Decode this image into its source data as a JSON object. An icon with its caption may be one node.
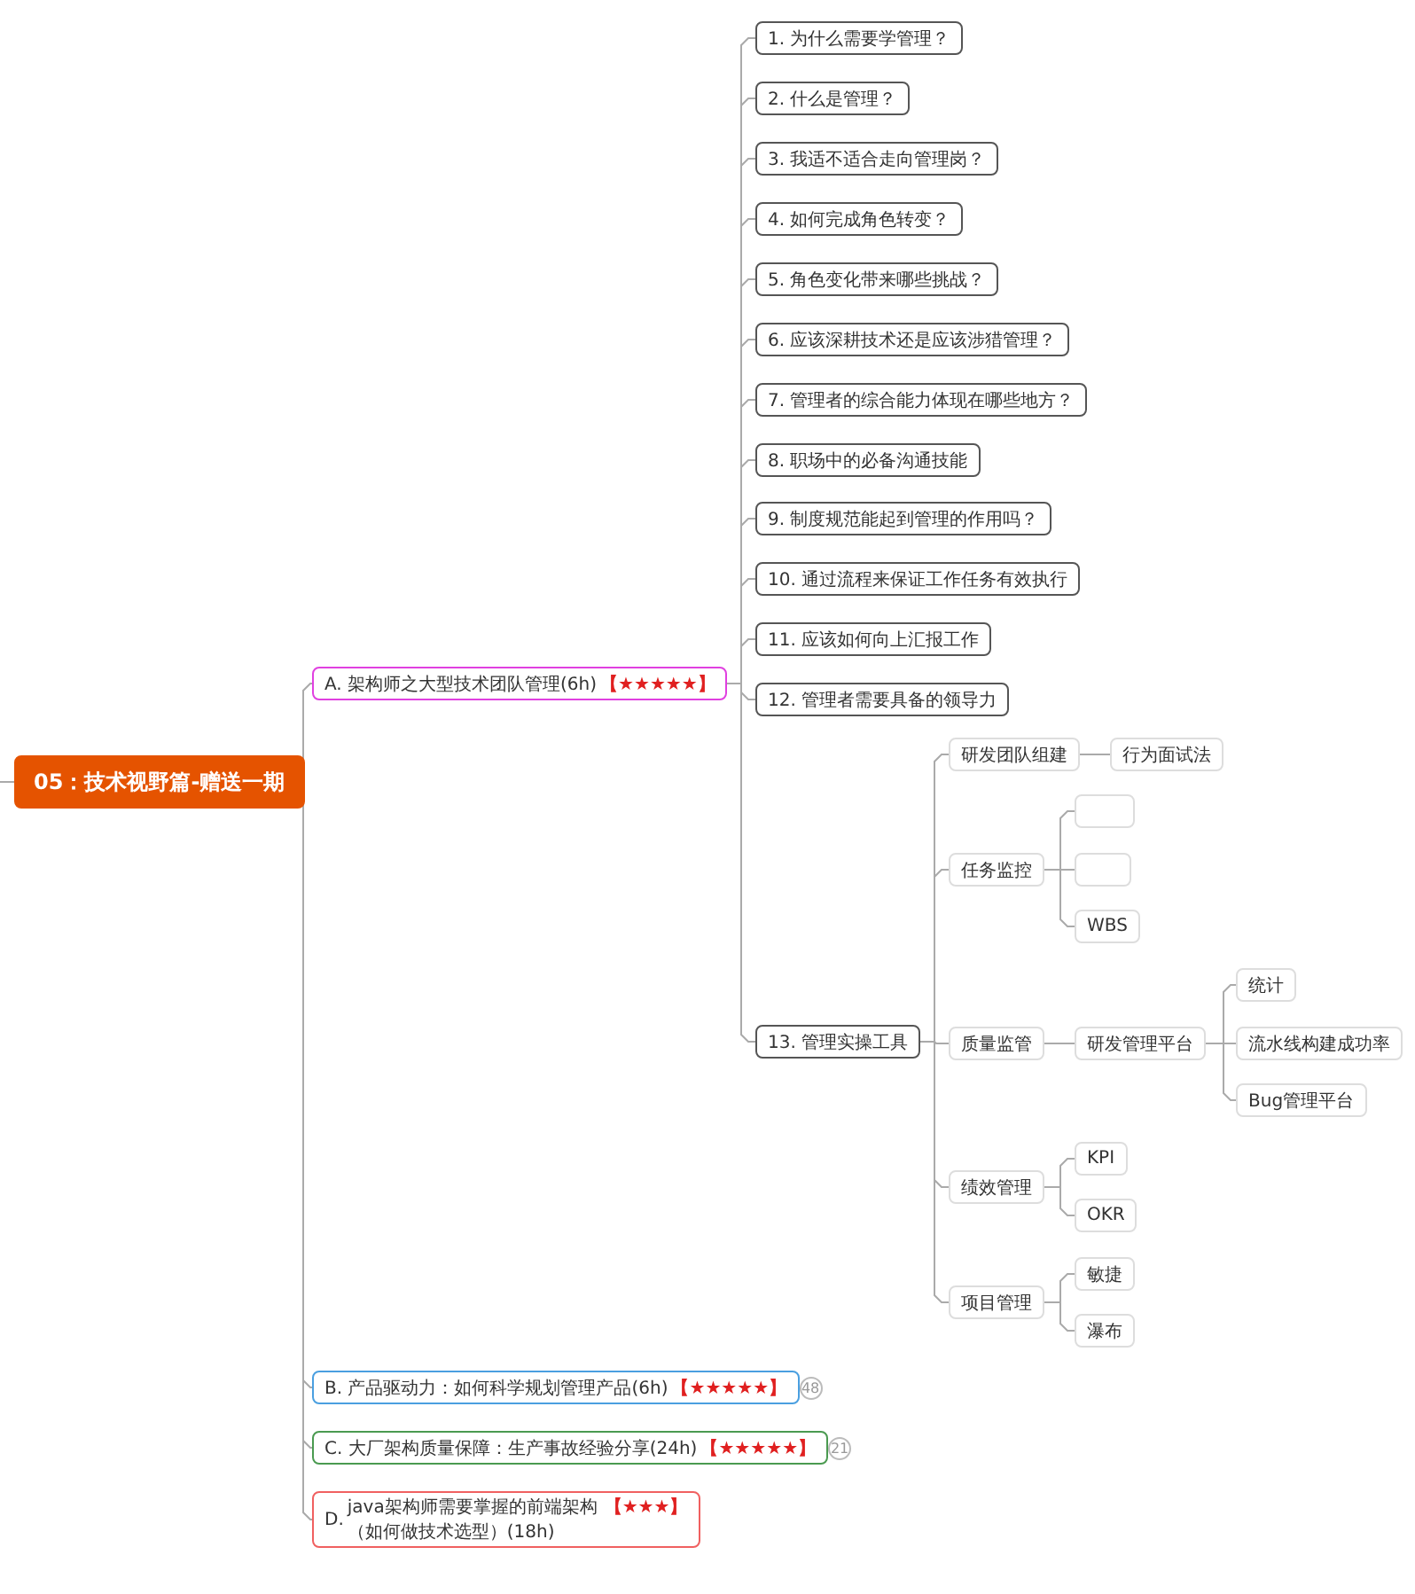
{
  "diagram": {
    "nodes": [
      {
        "text": [
          "05：技术视野篇-赠送一期"
        ]
      },
      {
        "text": [
          "A. 架构师之大型技术团队管理(6h)",
          "【★★★★★】"
        ]
      },
      {
        "text": [
          "1. 为什么需要学管理？"
        ]
      },
      {
        "text": [
          "2. 什么是管理？"
        ]
      },
      {
        "text": [
          "3. 我适不适合走向管理岗？"
        ]
      },
      {
        "text": [
          "4. 如何完成角色转变？"
        ]
      },
      {
        "text": [
          "5. 角色变化带来哪些挑战？"
        ]
      },
      {
        "text": [
          "6. 应该深耕技术还是应该涉猎管理？"
        ]
      },
      {
        "text": [
          "7. 管理者的综合能力体现在哪些地方？"
        ]
      },
      {
        "text": [
          "8. 职场中的必备沟通技能"
        ]
      },
      {
        "text": [
          "9. 制度规范能起到管理的作用吗？"
        ]
      },
      {
        "text": [
          "10. 通过流程来保证工作任务有效执行"
        ]
      },
      {
        "text": [
          "11. 应该如何向上汇报工作"
        ]
      },
      {
        "text": [
          "12. 管理者需要具备的领导力"
        ]
      },
      {
        "text": [
          "13. 管理实操工具"
        ]
      },
      {
        "text": [
          "研发团队组建"
        ]
      },
      {
        "text": [
          "行为面试法"
        ]
      },
      {
        "text": [
          "任务监控"
        ]
      },
      {
        "text": [],
        "shape": "box"
      },
      {
        "text": [],
        "shape": "box"
      },
      {
        "text": [
          "WBS"
        ]
      },
      {
        "text": [
          "质量监管"
        ]
      },
      {
        "text": [
          "研发管理平台"
        ]
      },
      {
        "text": [
          "统计"
        ]
      },
      {
        "text": [
          "流水线构建成功率"
        ]
      },
      {
        "text": [
          "Bug管理平台"
        ]
      },
      {
        "text": [
          "绩效管理"
        ]
      },
      {
        "text": [
          "KPI"
        ]
      },
      {
        "text": [
          "OKR"
        ]
      },
      {
        "text": [
          "项目管理"
        ]
      },
      {
        "text": [
          "敏捷"
        ]
      },
      {
        "text": [
          "瀑布"
        ]
      },
      {
        "text": [
          "B. 产品驱动力：如何科学规划管理产品(6h)",
          "【★★★★★】"
        ],
        "beside": [
          "48"
        ]
      },
      {
        "text": [
          "C. 大厂架构质量保障：生产事故经验分享(24h)",
          "【★★★★★】"
        ],
        "beside": [
          "21"
        ]
      },
      {
        "text": [
          "D.",
          "java架构师需要掌握的前端架构",
          "【★★★】",
          "（如何做技术选型）(18h)"
        ]
      }
    ],
    "edges": [
      {
        "from": null,
        "to": 0,
        "arrow": "none"
      },
      {
        "from": 0,
        "to": 1,
        "arrow": "none"
      },
      {
        "from": 1,
        "to": 2,
        "arrow": "none"
      },
      {
        "from": 1,
        "to": 3,
        "arrow": "none"
      },
      {
        "from": 1,
        "to": 4,
        "arrow": "none"
      },
      {
        "from": 1,
        "to": 5,
        "arrow": "none"
      },
      {
        "from": 1,
        "to": 6,
        "arrow": "none"
      },
      {
        "from": 1,
        "to": 7,
        "arrow": "none"
      },
      {
        "from": 1,
        "to": 8,
        "arrow": "none"
      },
      {
        "from": 1,
        "to": 9,
        "arrow": "none"
      },
      {
        "from": 1,
        "to": 10,
        "arrow": "none"
      },
      {
        "from": 1,
        "to": 11,
        "arrow": "none"
      },
      {
        "from": 1,
        "to": 12,
        "arrow": "none"
      },
      {
        "from": 1,
        "to": 13,
        "arrow": "none"
      },
      {
        "from": 1,
        "to": 14,
        "arrow": "none"
      },
      {
        "from": 14,
        "to": 15,
        "arrow": "none"
      },
      {
        "from": 15,
        "to": 16,
        "arrow": "none"
      },
      {
        "from": 14,
        "to": 17,
        "arrow": "none"
      },
      {
        "from": 17,
        "to": 18,
        "arrow": "none"
      },
      {
        "from": 17,
        "to": 19,
        "arrow": "none"
      },
      {
        "from": 17,
        "to": 20,
        "arrow": "none"
      },
      {
        "from": 14,
        "to": 21,
        "arrow": "none"
      },
      {
        "from": 21,
        "to": 22,
        "arrow": "none"
      },
      {
        "from": 22,
        "to": 23,
        "arrow": "none"
      },
      {
        "from": 22,
        "to": 24,
        "arrow": "none"
      },
      {
        "from": 22,
        "to": 25,
        "arrow": "none"
      },
      {
        "from": 14,
        "to": 26,
        "arrow": "none"
      },
      {
        "from": 26,
        "to": 27,
        "arrow": "none"
      },
      {
        "from": 26,
        "to": 28,
        "arrow": "none"
      },
      {
        "from": 14,
        "to": 29,
        "arrow": "none"
      },
      {
        "from": 29,
        "to": 30,
        "arrow": "none"
      },
      {
        "from": 29,
        "to": 31,
        "arrow": "none"
      },
      {
        "from": 0,
        "to": 32,
        "arrow": "none"
      },
      {
        "from": 0,
        "to": 33,
        "arrow": "none"
      },
      {
        "from": 0,
        "to": 34,
        "arrow": "none"
      }
    ]
  }
}
